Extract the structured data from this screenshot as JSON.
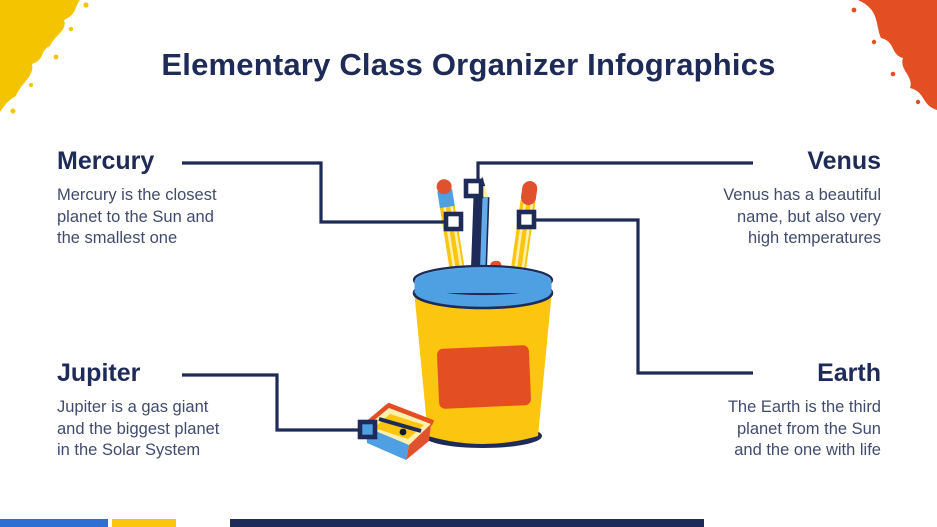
{
  "header": {
    "title": "Elementary Class Organizer Infographics"
  },
  "sections": [
    {
      "id": "mercury",
      "heading": "Mercury",
      "body": "Mercury is the closest\nplanet to the Sun and\nthe smallest one"
    },
    {
      "id": "venus",
      "heading": "Venus",
      "body": "Venus has a beautiful\nname, but also very\nhigh temperatures"
    },
    {
      "id": "jupiter",
      "heading": "Jupiter",
      "body": "Jupiter is a gas giant\nand the biggest planet\nin the Solar System"
    },
    {
      "id": "earth",
      "heading": "Earth",
      "body": "The Earth is the third\nplanet from the Sun\nand the one with life"
    }
  ],
  "illustration": {
    "name": "pencil-cup-with-pencils-and-sharpener",
    "elements": [
      "yellow-cup",
      "blue-rim",
      "orange-label",
      "blue-banded-pencil",
      "navy-pencil",
      "red-tip-pencil",
      "pencil-sharpener"
    ],
    "connector_nodes": 4
  },
  "decorations": {
    "top_left": "yellow-paint-blob",
    "top_right": "orange-paint-stroke",
    "bottom_bars": [
      "blue",
      "yellow",
      "navy"
    ]
  },
  "colors": {
    "navy": "#1e2a57",
    "body_text": "#414b6e",
    "yellow": "#fcc50f",
    "corner_yellow": "#f5c400",
    "blue": "#4f9fe3",
    "blue_light": "#63acea",
    "orange": "#e34f23",
    "red": "#e0512e",
    "cream": "#fff0b0",
    "bar_blue": "#2e6fd6"
  }
}
